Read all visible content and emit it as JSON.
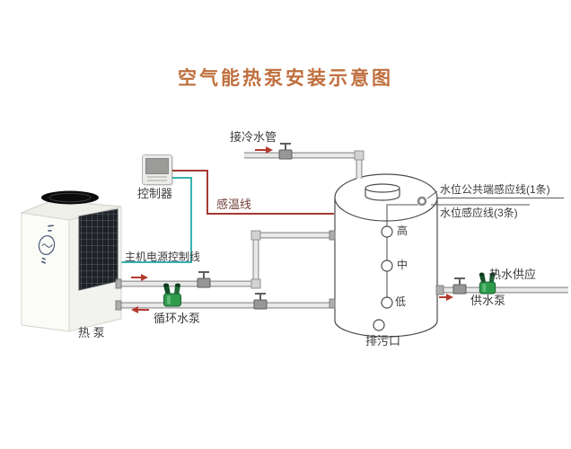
{
  "title": "空气能热泵安装示意图",
  "labels": {
    "cold_water": "接冷水管",
    "controller": "控制器",
    "temp_wire": "感温线",
    "power_wire": "主机电源控制线",
    "level_common_wire": "水位公共端感应线(1条)",
    "level_wire": "水位感应线(3条)",
    "level_high": "高",
    "level_mid": "中",
    "level_low": "低",
    "drain": "排污口",
    "hot_supply": "热水供应",
    "supply_pump": "供水泵",
    "circ_pump": "循环水泵",
    "heat_pump": "热 泵"
  },
  "colors": {
    "title": "#bf6f3e",
    "temp_sensor_wire": "#a63a32",
    "power_control_wire": "#35b3b1",
    "flow_arrow": "#b43a30",
    "pump_green": "#2f9c4c",
    "pipe_fill": "#e8e8e8",
    "tank_outline": "#4c4c4c",
    "label_text": "#3c3c3c"
  }
}
